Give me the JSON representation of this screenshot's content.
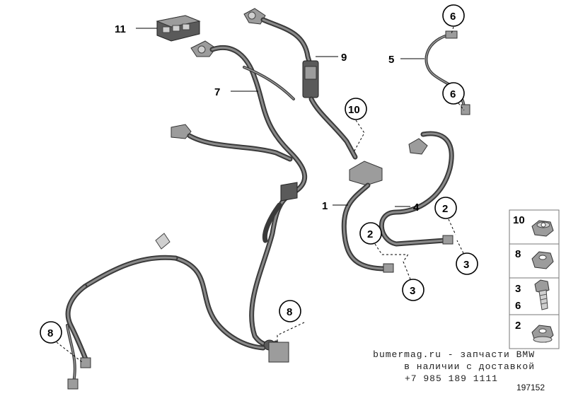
{
  "diagram": {
    "callouts": {
      "c1": "1",
      "c2a": "2",
      "c2b": "2",
      "c3a": "3",
      "c3b": "3",
      "c4": "4",
      "c5": "5",
      "c6a": "6",
      "c6b": "6",
      "c7": "7",
      "c8a": "8",
      "c8b": "8",
      "c9": "9",
      "c10": "10",
      "c11": "11"
    },
    "legend": [
      {
        "label_top": "10",
        "label_bottom": "",
        "icon": "flange-nut-icon"
      },
      {
        "label_top": "8",
        "label_bottom": "",
        "icon": "hex-nut-icon"
      },
      {
        "label_top": "3",
        "label_bottom": "6",
        "icon": "bolt-icon"
      },
      {
        "label_top": "2",
        "label_bottom": "",
        "icon": "collar-nut-icon"
      }
    ],
    "watermark": {
      "line1": "bumermag.ru - запчасти BMW",
      "line2": "в наличии с доставкой",
      "line3": "+7 985 189 1111"
    },
    "diagram_id": "197152"
  }
}
